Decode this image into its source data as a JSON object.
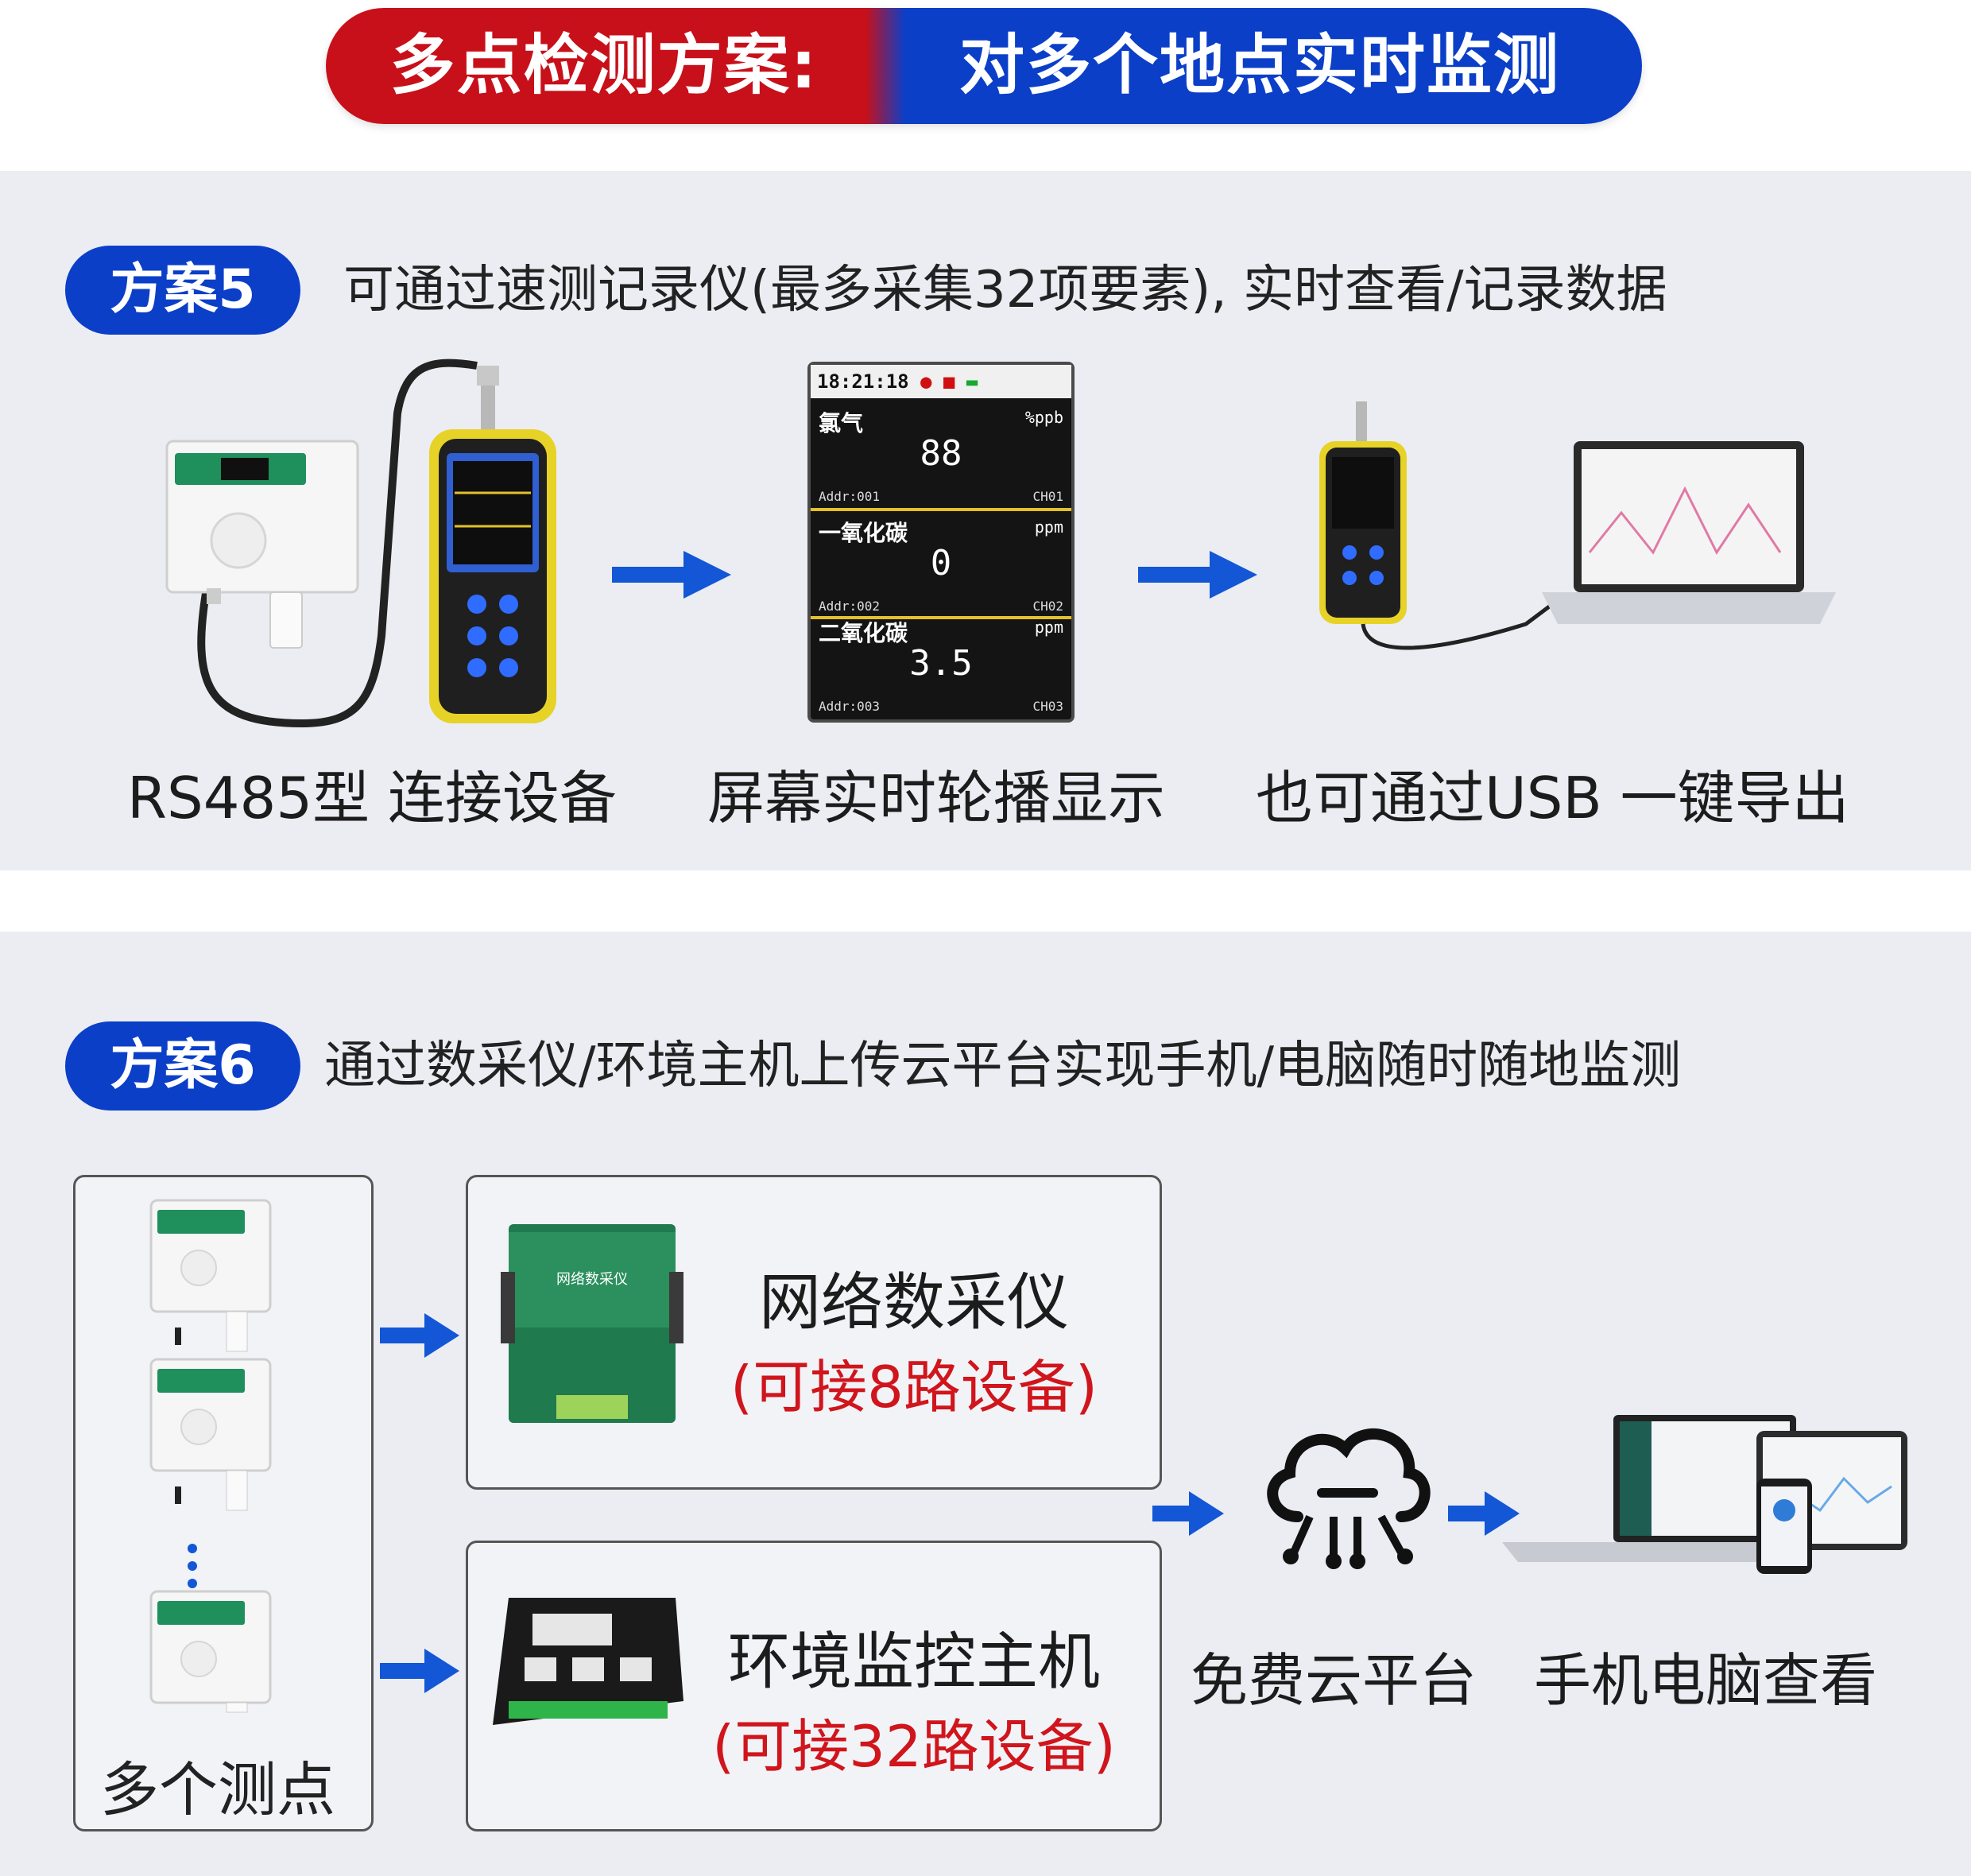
{
  "header": {
    "left": "多点检测方案:",
    "right": "对多个地点实时监测"
  },
  "plan5": {
    "badge": "方案5",
    "desc": "可通过速测记录仪(最多采集32项要素), 实时查看/记录数据",
    "captions": [
      "RS485型 连接设备",
      "屏幕实时轮播显示",
      "也可通过USB 一键导出"
    ],
    "screen": {
      "time": "18:21:18",
      "rows": [
        {
          "name": "氯气",
          "unit": "%ppb",
          "value": "88",
          "addr": "Addr:001",
          "ch": "CH01"
        },
        {
          "name": "一氧化碳",
          "unit": "ppm",
          "value": "0",
          "addr": "Addr:002",
          "ch": "CH02"
        },
        {
          "name": "二氧化碳",
          "unit": "ppm",
          "value": "3.5",
          "addr": "Addr:003",
          "ch": "CH03"
        }
      ]
    }
  },
  "plan6": {
    "badge": "方案6",
    "desc": "通过数采仪/环境主机上传云平台实现手机/电脑随时随地监测",
    "points_label": "多个测点",
    "collector": {
      "title": "网络数采仪",
      "sub": "(可接8路设备)",
      "device_label": "网络数采仪"
    },
    "host": {
      "title": "环境监控主机",
      "sub": "(可接32路设备)"
    },
    "cloud_label": "免费云平台",
    "view_label": "手机电脑查看"
  },
  "colors": {
    "red": "#c8101a",
    "blue": "#0b3fc8",
    "arrow": "#1356d6",
    "panel": "#ebedf3"
  }
}
